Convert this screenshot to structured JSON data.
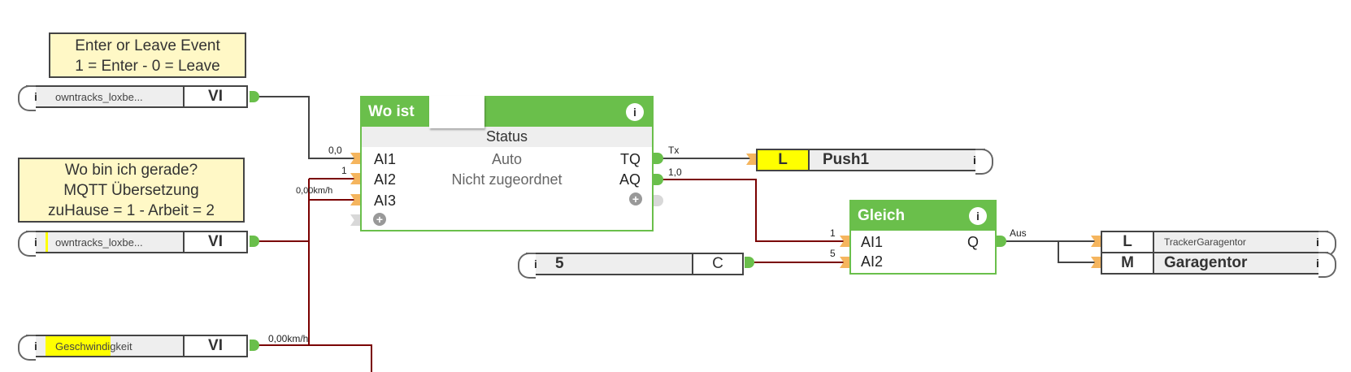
{
  "notes": [
    {
      "line1": "Enter or Leave Event",
      "line2": "1 = Enter - 0 = Leave"
    },
    {
      "line1": "Wo bin ich gerade?",
      "line2": "MQTT Übersetzung",
      "line3": "zuHause = 1 - Arbeit = 2"
    }
  ],
  "inputs": [
    {
      "name": "owntracks_loxbe...",
      "type": "VI",
      "info": "i",
      "wire_value": ""
    },
    {
      "name": "owntracks_loxbe...",
      "type": "VI",
      "info": "i",
      "wire_value": ""
    },
    {
      "name": "Geschwindigkeit",
      "type": "VI",
      "info": "i",
      "wire_value": "0,00km/h"
    }
  ],
  "constant": {
    "value": "5",
    "type": "C",
    "info": "i"
  },
  "main_block": {
    "title": "Wo ist",
    "info": "i",
    "status_header": "Status",
    "status_values": [
      "Auto",
      "Nicht zugeordnet"
    ],
    "inputs": [
      {
        "label": "AI1",
        "value": "0,0"
      },
      {
        "label": "AI2",
        "value": "1"
      },
      {
        "label": "AI3",
        "value": "0,00km/h"
      }
    ],
    "outputs": [
      {
        "label": "TQ",
        "value": "Tx"
      },
      {
        "label": "AQ",
        "value": "1,0"
      }
    ],
    "add_symbol": "+"
  },
  "gleich_block": {
    "title": "Gleich",
    "info": "i",
    "inputs": [
      {
        "label": "AI1",
        "value": "1"
      },
      {
        "label": "AI2",
        "value": "5"
      }
    ],
    "outputs": [
      {
        "label": "Q",
        "value": "Aus"
      }
    ]
  },
  "outputs": [
    {
      "type": "L",
      "name": "Push1",
      "info": "i"
    },
    {
      "type": "L",
      "name": "TrackerGaragentor",
      "info": "i"
    },
    {
      "type": "M",
      "name": "Garagentor",
      "info": "i"
    }
  ],
  "colors": {
    "block_green": "#6abf4b",
    "note_bg": "#fff8c6",
    "wire_active": "#7a0000",
    "wire_default": "#444444",
    "highlight_yellow": "#ffff00",
    "input_port": "#f5b55e"
  }
}
